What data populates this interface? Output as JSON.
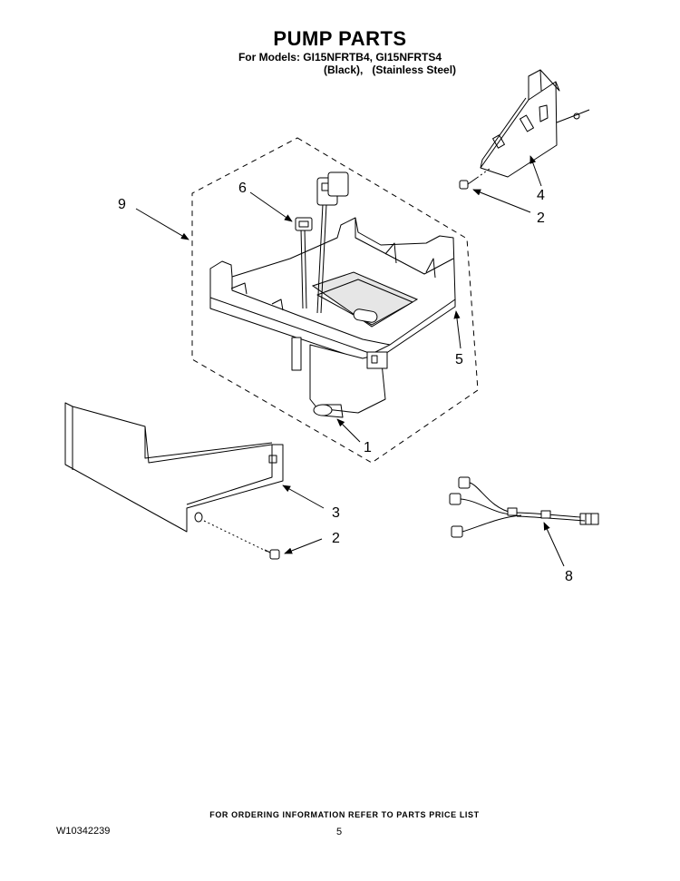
{
  "header": {
    "title": "PUMP PARTS",
    "models": "For Models: GI15NFRTB4, GI15NFRTS4",
    "colors": "(Black),   (Stainless Steel)"
  },
  "callouts": {
    "c1": "1",
    "c2a": "2",
    "c2b": "2",
    "c3": "3",
    "c4": "4",
    "c5": "5",
    "c6": "6",
    "c8": "8",
    "c9": "9"
  },
  "footer": {
    "note": "FOR ORDERING INFORMATION REFER TO PARTS PRICE LIST",
    "doc_number": "W10342239",
    "page_number": "5"
  }
}
